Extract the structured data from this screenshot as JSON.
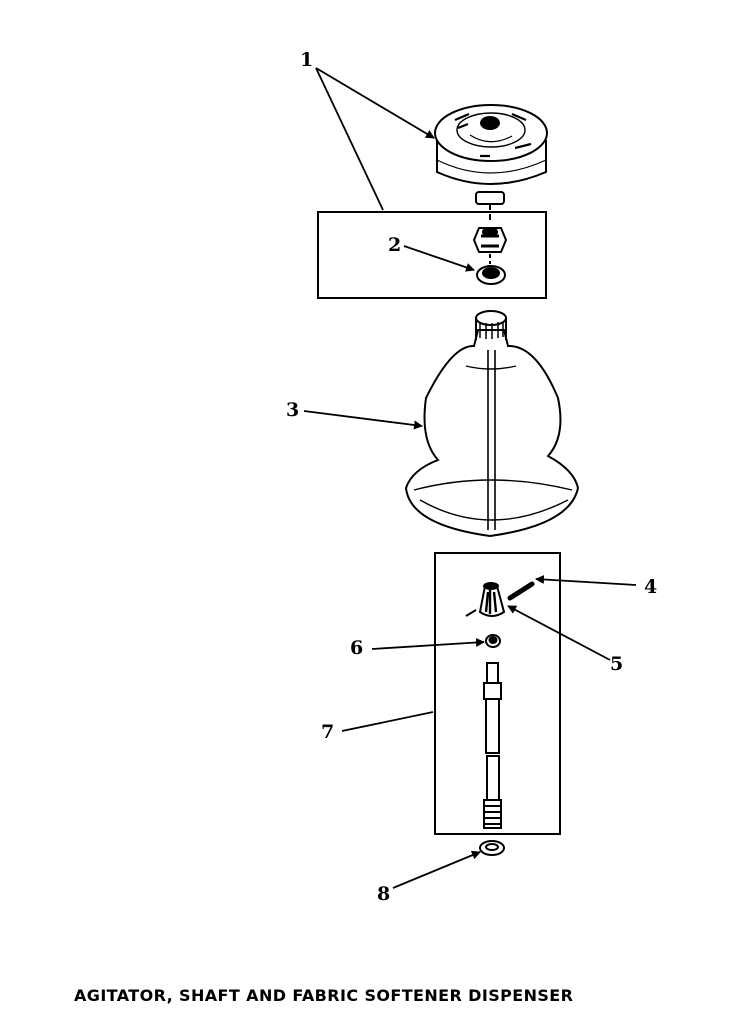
{
  "diagram": {
    "caption": "AGITATOR, SHAFT AND FABRIC SOFTENER DISPENSER",
    "callouts": [
      {
        "number": "1",
        "part": "fabric-softener-dispenser"
      },
      {
        "number": "2",
        "part": "seal-nut"
      },
      {
        "number": "3",
        "part": "agitator"
      },
      {
        "number": "4",
        "part": "pin"
      },
      {
        "number": "5",
        "part": "drive-block"
      },
      {
        "number": "6",
        "part": "washer"
      },
      {
        "number": "7",
        "part": "shaft"
      },
      {
        "number": "8",
        "part": "seal-ring"
      }
    ]
  },
  "colors": {
    "ink": "#000000",
    "paper": "#ffffff"
  }
}
